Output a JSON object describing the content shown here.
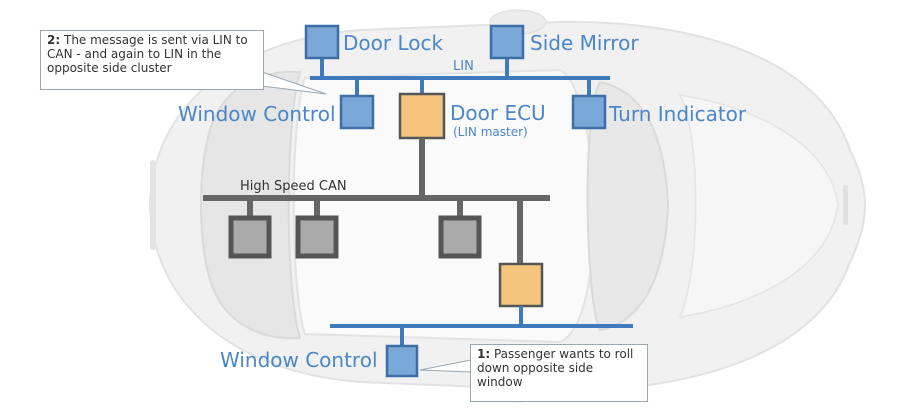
{
  "colors": {
    "blue_line": "#3d7bbf",
    "blue_box": "#7aa9d9",
    "blue_box_stroke": "#3d6fa6",
    "orange_box": "#f5c57d",
    "orange_box_stroke": "#555555",
    "gray_line": "#666666",
    "gray_box": "#aaaaaa",
    "gray_box_stroke": "#555555",
    "label_blue": "#4a86c8"
  },
  "buses": {
    "lin_label": "LIN",
    "can_label": "High Speed CAN"
  },
  "nodes": {
    "door_lock": "Door Lock",
    "side_mirror": "Side Mirror",
    "window_control_top": "Window Control",
    "door_ecu": "Door ECU",
    "door_ecu_sub": "(LIN master)",
    "turn_indicator": "Turn Indicator",
    "window_control_bottom": "Window Control"
  },
  "notes": {
    "note2_num": "2:",
    "note2_text": "The message is sent via LIN to CAN - and again to LIN in the opposite side cluster",
    "note1_num": "1:",
    "note1_text": "Passenger wants to roll down opposite side window"
  }
}
